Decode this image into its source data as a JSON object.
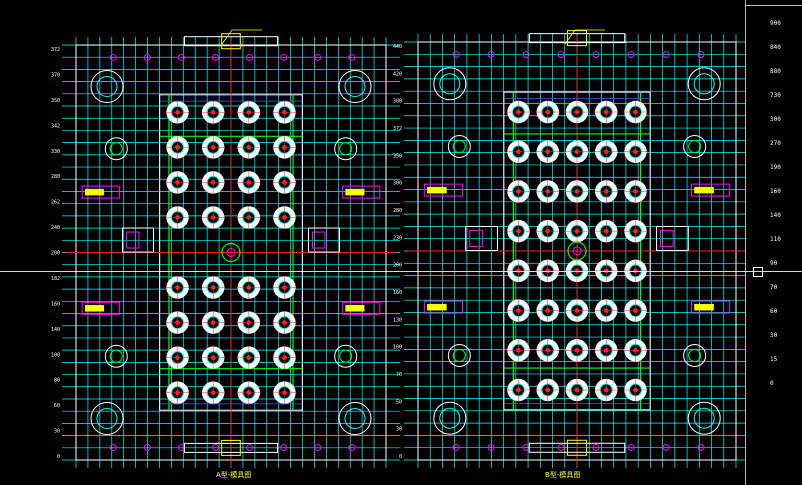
{
  "colors": {
    "background": "#000000",
    "grid": "#00ffff",
    "frame": "#ffffff",
    "accent_red": "#ff2020",
    "accent_green": "#00ff00",
    "accent_magenta": "#ff00ff",
    "accent_yellow": "#ffff00",
    "accent_blue": "#4060ff",
    "plate_fill": "#ffffff"
  },
  "left_view": {
    "caption": "A型-模具图"
  },
  "right_view": {
    "caption": "B型-模具图"
  },
  "dimension_labels_left": [
    "372",
    "370",
    "350",
    "342",
    "330",
    "280",
    "262",
    "240",
    "200",
    "182",
    "160",
    "140",
    "100",
    "80",
    "60",
    "30",
    "0"
  ],
  "dimension_labels_right": [
    "440",
    "420",
    "380",
    "372",
    "350",
    "300",
    "280",
    "230",
    "200",
    "160",
    "130",
    "100",
    "70",
    "50",
    "30",
    "0"
  ],
  "side_panel": {
    "labels": [
      "900",
      "840",
      "880",
      "730",
      "300",
      "270",
      "190",
      "160",
      "140",
      "110",
      "90",
      "70",
      "60",
      "30",
      "15",
      "0"
    ]
  }
}
